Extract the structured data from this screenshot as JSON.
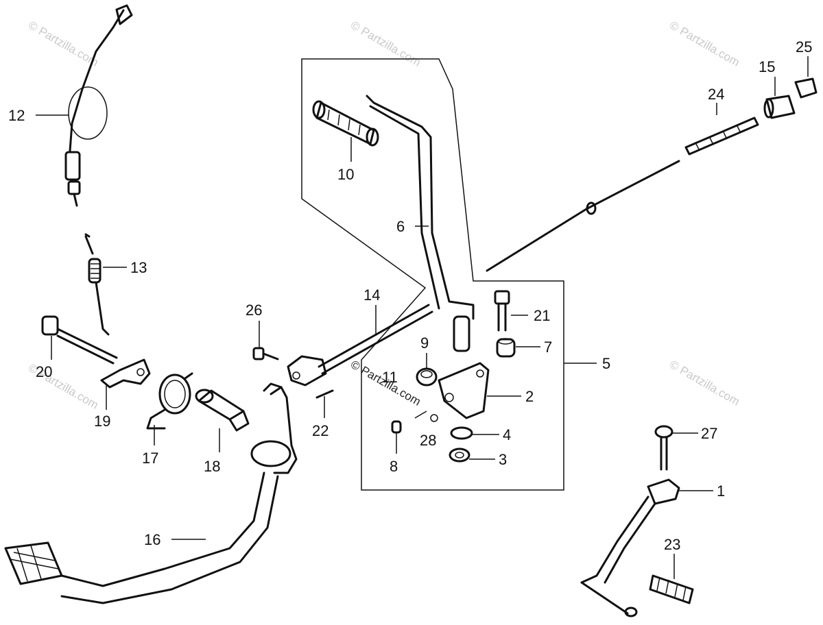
{
  "watermark": "© Partzilla.com",
  "callouts": {
    "c1": "1",
    "c2": "2",
    "c3": "3",
    "c4": "4",
    "c5": "5",
    "c6": "6",
    "c7": "7",
    "c8": "8",
    "c9": "9",
    "c10": "10",
    "c11": "11",
    "c12": "12",
    "c13": "13",
    "c14": "14",
    "c15": "15",
    "c16": "16",
    "c17": "17",
    "c18": "18",
    "c19": "19",
    "c20": "20",
    "c21": "21",
    "c22": "22",
    "c23": "23",
    "c24": "24",
    "c25": "25",
    "c26": "26",
    "c27": "27",
    "c28": "28"
  }
}
